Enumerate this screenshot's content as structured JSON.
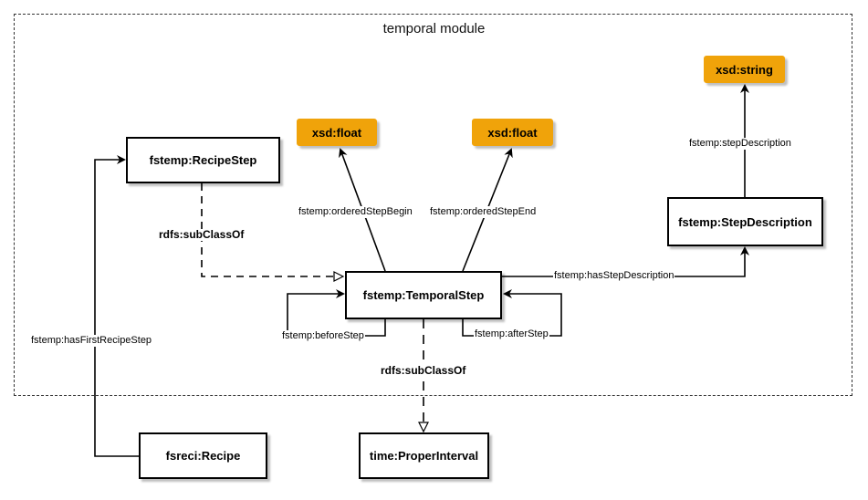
{
  "module": {
    "title": "temporal module"
  },
  "nodes": {
    "recipe_step": "fstemp:RecipeStep",
    "temporal_step": "fstemp:TemporalStep",
    "step_description": "fstemp:StepDescription",
    "float_begin": "xsd:float",
    "float_end": "xsd:float",
    "string": "xsd:string",
    "recipe": "fsreci:Recipe",
    "proper_interval": "time:ProperInterval"
  },
  "edges": {
    "subclass_recipe_step": "rdfs:subClassOf",
    "subclass_proper_interval": "rdfs:subClassOf",
    "ordered_step_begin": "fstemp:orderedStepBegin",
    "ordered_step_end": "fstemp:orderedStepEnd",
    "has_step_description": "fstemp:hasStepDescription",
    "step_description_prop": "fstemp:stepDescription",
    "before_step": "fstemp:beforeStep",
    "after_step": "fstemp:afterStep",
    "has_first_recipe_step": "fstemp:hasFirstRecipeStep"
  },
  "colors": {
    "literal": "#f0a30a",
    "stroke": "#000000"
  }
}
